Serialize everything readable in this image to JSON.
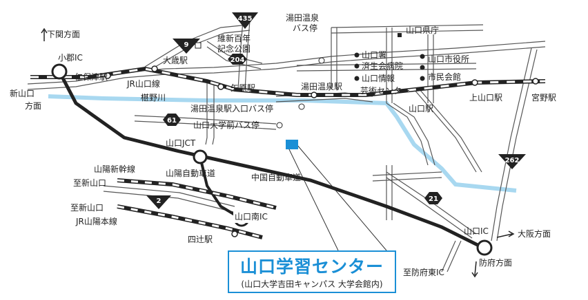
{
  "labels": {
    "shimonoseki": "下関方面",
    "ogori_ic": "小郡IC",
    "shinyamaguchi": "新山口",
    "homen": "方面",
    "niho": "仁保津駅",
    "jr_yamaguchi_line": "JR山口線",
    "fushino": "椹野川",
    "ohtoshi": "大歳駅",
    "ishin": "維新百年",
    "kinen": "記念公園",
    "yuda_onsen_bus": "湯田温泉",
    "bus_stop": "バス停",
    "yamaguchi_pref": "山口県庁",
    "police": "山口署",
    "hospital": "済生会病院",
    "info_arts": "山口情報",
    "info_arts2": "芸術センター",
    "city_office": "山口市役所",
    "civic_hall": "市民会館",
    "yahara": "矢原駅",
    "yuda_onsen_sta": "湯田温泉駅",
    "kamiyamaguchi": "上山口駅",
    "miyano": "宮野駅",
    "yuda_entrance_bus": "湯田温泉駅入口バス停",
    "yamaguchi_sta": "山口駅",
    "univ_bus": "山口大学前バス停",
    "yamaguchi_jct": "山口JCT",
    "sanyo_shinkansen": "山陽新幹線",
    "to_shinyamaguchi": "至新山口",
    "sanyo_expressway": "山陽自動車道",
    "chugoku_expressway": "中国自動車道",
    "to_shinyamaguchi2": "至新山口",
    "jr_sanyo_line": "JR山陽本線",
    "yamaguchi_minami_ic": "山口南IC",
    "yotsutsuji": "四辻駅",
    "yamaguchi_ic": "山口IC",
    "osaka": "大阪方面",
    "hofu": "防府方面",
    "to_hofu_east": "至防府東IC"
  },
  "routes": {
    "r435": "435",
    "r9": "9",
    "r204": "204",
    "r61": "61",
    "r262": "262",
    "r2": "2",
    "r21": "21"
  },
  "center": {
    "title": "山口学習センター",
    "subtitle": "(山口大学吉田キャンパス 大学会館内)"
  },
  "colors": {
    "accent": "#1a8fd6",
    "river": "#a8d8f0",
    "road": "#555555",
    "expressway": "#222222"
  }
}
